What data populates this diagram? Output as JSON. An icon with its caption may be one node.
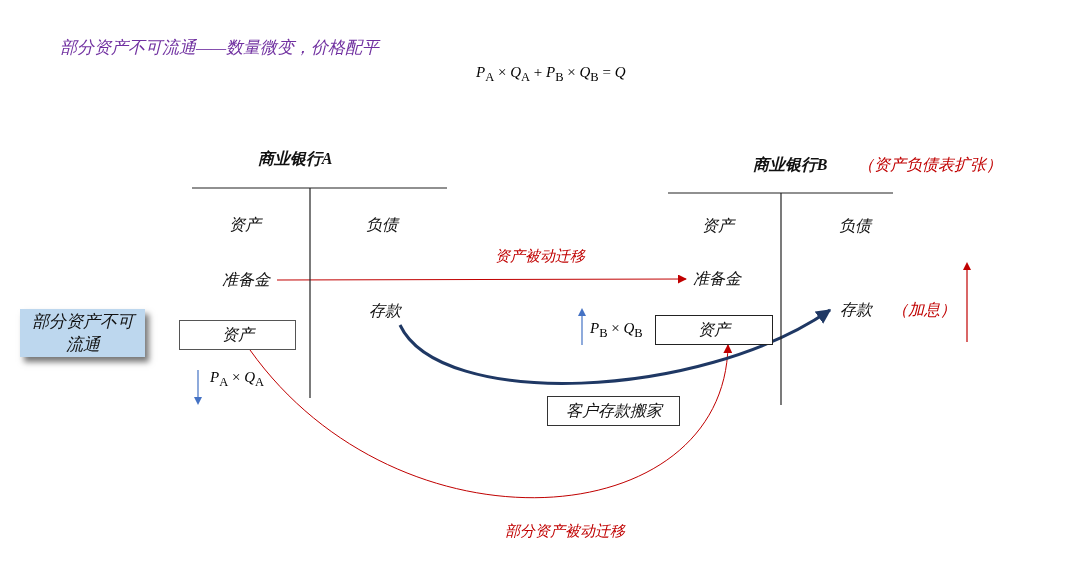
{
  "diagram": {
    "title": "部分资产不可流通——数量微变，价格配平",
    "nodes": [
      {
        "text": [
          "商业银行A"
        ]
      },
      {
        "text": [
          "资产"
        ],
        "in": 0
      },
      {
        "text": [
          "负债"
        ],
        "in": 0
      },
      {
        "text": [
          "准备金"
        ],
        "in": 0
      },
      {
        "text": [
          "存款"
        ],
        "in": 0
      },
      {
        "text": [
          "资产"
        ],
        "in": 0
      },
      {
        "text": [
          "商业银行B"
        ],
        "beside": [
          "（资产负债表扩张）"
        ]
      },
      {
        "text": [
          "资产"
        ],
        "in": 6
      },
      {
        "text": [
          "负债"
        ],
        "in": 6
      },
      {
        "text": [
          "准备金"
        ],
        "in": 6
      },
      {
        "text": [
          "存款"
        ],
        "in": 6,
        "beside": [
          "（加息）"
        ]
      },
      {
        "text": [
          "资产"
        ],
        "in": 6
      },
      {
        "text": [
          "部分资产不可流通"
        ]
      },
      {
        "text": [
          "客户存款搬家"
        ]
      }
    ],
    "edges": [
      {
        "from": 3,
        "to": 9,
        "arrow": "to",
        "label": "资产被动迁移",
        "color": "#c00000"
      },
      {
        "from": 5,
        "to": 11,
        "arrow": "to",
        "label": "部分资产被动迁移",
        "color": "#c00000"
      },
      {
        "from": 4,
        "to": 10,
        "arrow": "to",
        "style": "thick",
        "color": "#1f3864"
      }
    ],
    "labels": [
      "*P*$_{A}$ × *Q*$_{A}$ + *P*$_{B}$ × *Q*$_{B}$ = *Q*",
      "*P*$_{A}$ × *Q*$_{A}$",
      "*P*$_{B}$ × *Q*$_{B}$"
    ]
  }
}
